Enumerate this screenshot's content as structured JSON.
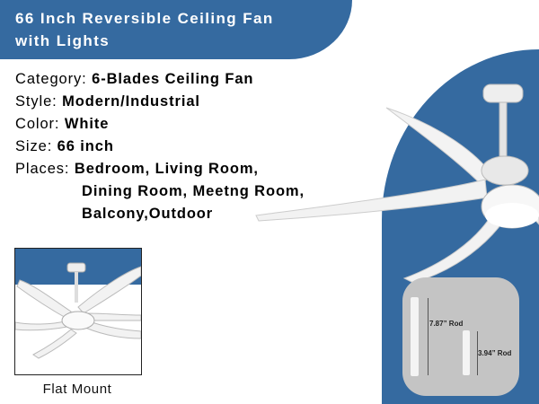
{
  "title": {
    "line1": "66 Inch Reversible Ceiling Fan",
    "line2": "with Lights"
  },
  "specs": {
    "category": {
      "label": "Category:",
      "value": "6-Blades Ceiling Fan"
    },
    "style": {
      "label": "Style:",
      "value": "Modern/Industrial"
    },
    "color": {
      "label": "Color:",
      "value": "White"
    },
    "size": {
      "label": "Size:",
      "value": "66 inch"
    },
    "places": {
      "label": "Places:",
      "line1": "Bedroom, Living Room,",
      "line2": "Dining Room, Meetng Room,",
      "line3": "Balcony,Outdoor"
    }
  },
  "rods": {
    "long": "7.87” Rod",
    "short": "3.94” Rod"
  },
  "mount": {
    "caption": "Flat Mount"
  },
  "colors": {
    "brand_blue": "#356aa0"
  }
}
